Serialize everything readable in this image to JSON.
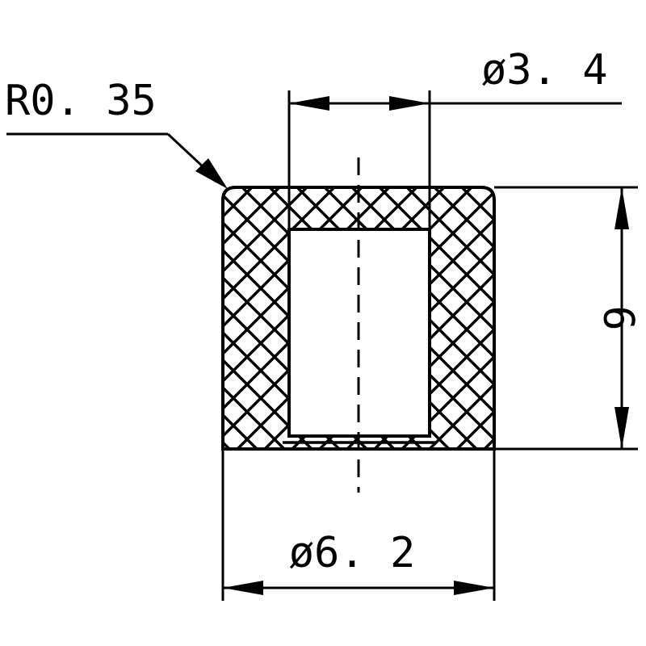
{
  "drawing": {
    "dimensions": {
      "radius": {
        "label": "R0. 35"
      },
      "inner_diameter": {
        "label": "ø3. 4"
      },
      "height": {
        "label": "6"
      },
      "outer_diameter": {
        "label": "ø6. 2"
      }
    },
    "colors": {
      "line": "#000000",
      "background": "#ffffff"
    },
    "fill_pattern": "cross-hatch"
  }
}
